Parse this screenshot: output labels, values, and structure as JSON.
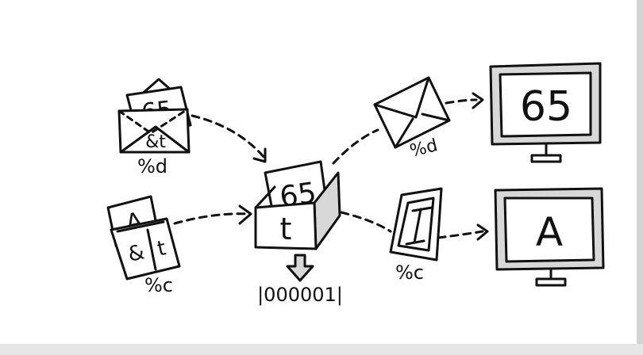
{
  "envelope_int": {
    "card_text": "65",
    "inner_text": "&t",
    "format_label": "%d"
  },
  "envelope_char": {
    "card_text": "A",
    "inner_text": "&",
    "inner_text2": "t",
    "format_label": "%c"
  },
  "box_variable": {
    "card_text": "65",
    "front_label": "t",
    "binary_value": "|000001|"
  },
  "output_int": {
    "format_label": "%d",
    "screen_text": "65"
  },
  "output_char": {
    "format_label": "%c",
    "screen_text": "A"
  },
  "colors": {
    "ink": "#111111",
    "paper": "#ffffff",
    "shade": "#d8d8d8"
  }
}
